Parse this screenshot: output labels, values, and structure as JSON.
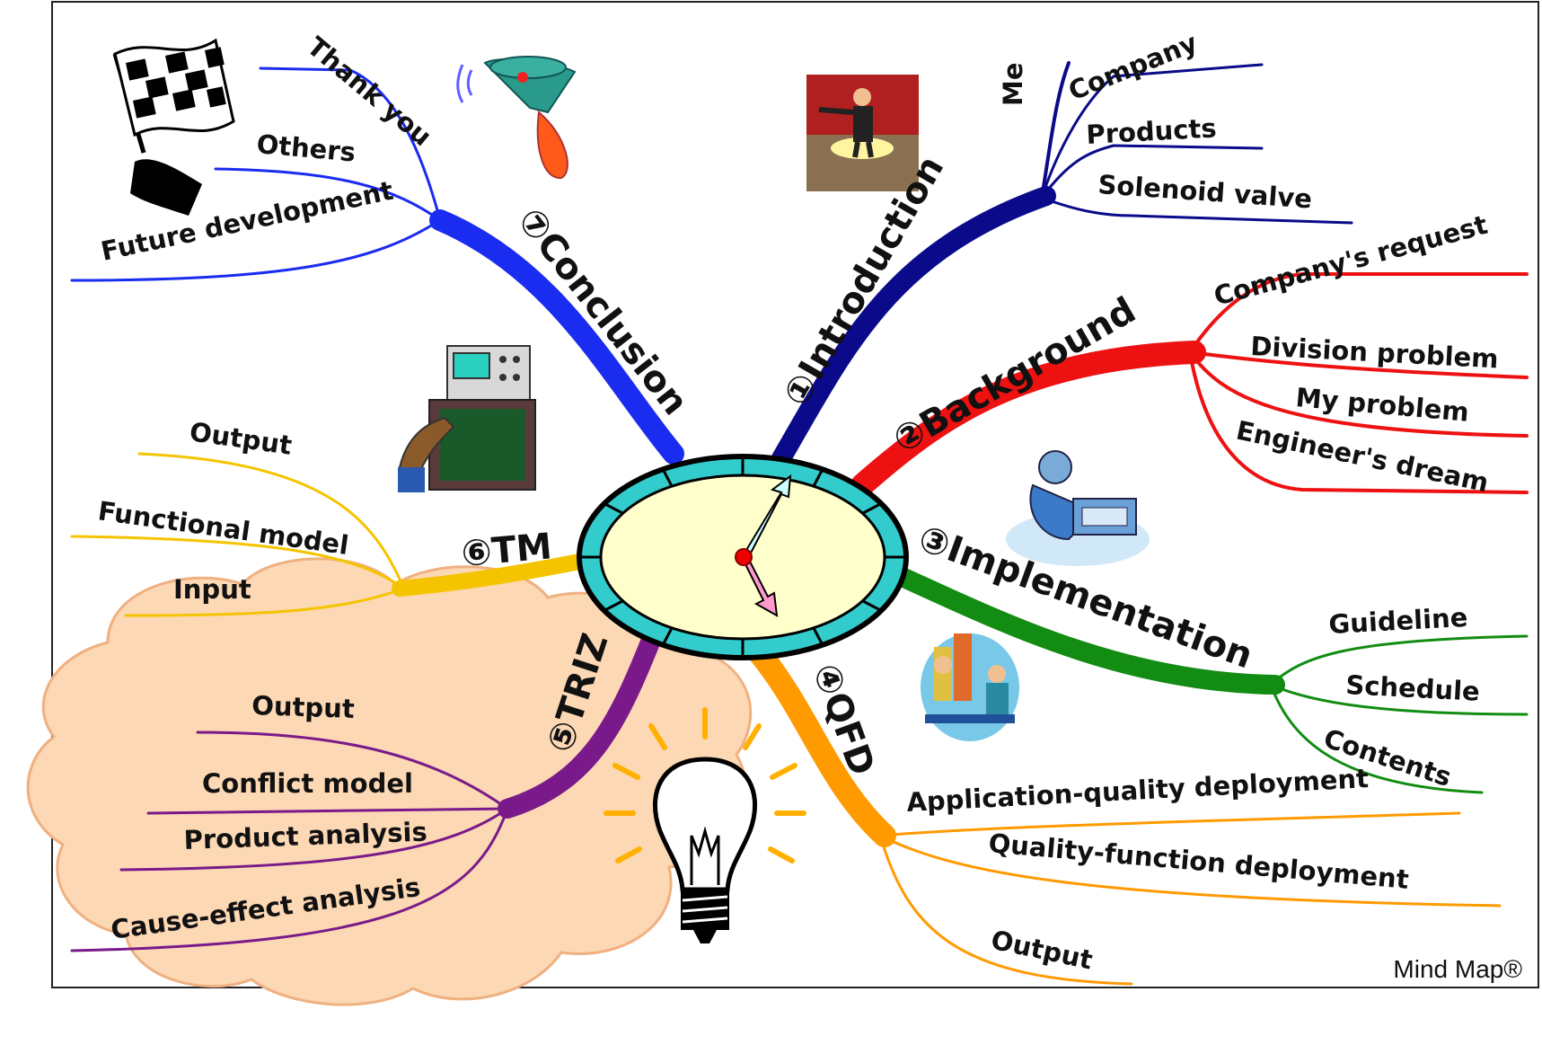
{
  "footer": "Mind Map®",
  "colors": {
    "introduction": "#0a0a8a",
    "background": "#ee1111",
    "implementation": "#128c12",
    "qfd": "#ff9a00",
    "triz": "#7a1a8a",
    "tm": "#f5c400",
    "conclusion": "#1a2cf0",
    "cloud": "#fcd8b4",
    "clock_face": "#ffffcc",
    "clock_ring": "#33cccc"
  },
  "branches": {
    "introduction": {
      "label": "①Introduction",
      "subs": [
        "Me",
        "Company",
        "Products",
        "Solenoid valve"
      ]
    },
    "background": {
      "label": "②Background",
      "subs": [
        "Company's request",
        "Division problem",
        "My problem",
        "Engineer's dream"
      ]
    },
    "implementation": {
      "label": "③Implementation",
      "subs": [
        "Guideline",
        "Schedule",
        "Contents"
      ]
    },
    "qfd": {
      "label": "④QFD",
      "subs": [
        "Application-quality deployment",
        "Quality-function deployment",
        "Output"
      ]
    },
    "triz": {
      "label": "⑤TRIZ",
      "subs": [
        "Output",
        "Conflict model",
        "Product analysis",
        "Cause-effect analysis"
      ]
    },
    "tm": {
      "label": "⑥TM",
      "subs": [
        "Output",
        "Functional model",
        "Input"
      ]
    },
    "conclusion": {
      "label": "⑦Conclusion",
      "subs": [
        "Thank you",
        "Others",
        "Future development"
      ]
    }
  },
  "clipart": [
    "checkered-flag-icon",
    "hand-bell-icon",
    "presenter-on-stage-icon",
    "oscilloscope-technician-icon",
    "frustrated-engineer-icon",
    "meeting-people-icon",
    "light-bulb-icon"
  ]
}
